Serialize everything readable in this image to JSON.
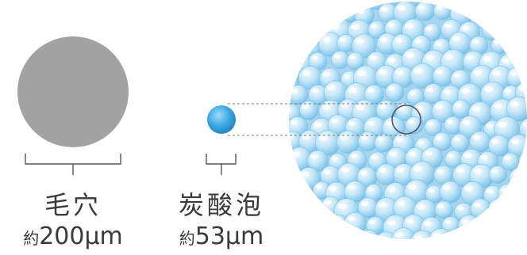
{
  "pore": {
    "name": "毛穴",
    "approx": "約",
    "size": "200μm",
    "color": "#a3a3a3"
  },
  "foam": {
    "name": "炭酸泡",
    "approx": "約",
    "size": "53μm",
    "bubble_colors": [
      "#2f9fd8",
      "#8fd0f2",
      "#c5e7f7"
    ]
  },
  "colors": {
    "text": "#3a3a3a",
    "bracket": "#555555",
    "dashed_line": "#777777",
    "magnifier_ring": "#555555",
    "magnified_background": "#a6d5ef"
  }
}
